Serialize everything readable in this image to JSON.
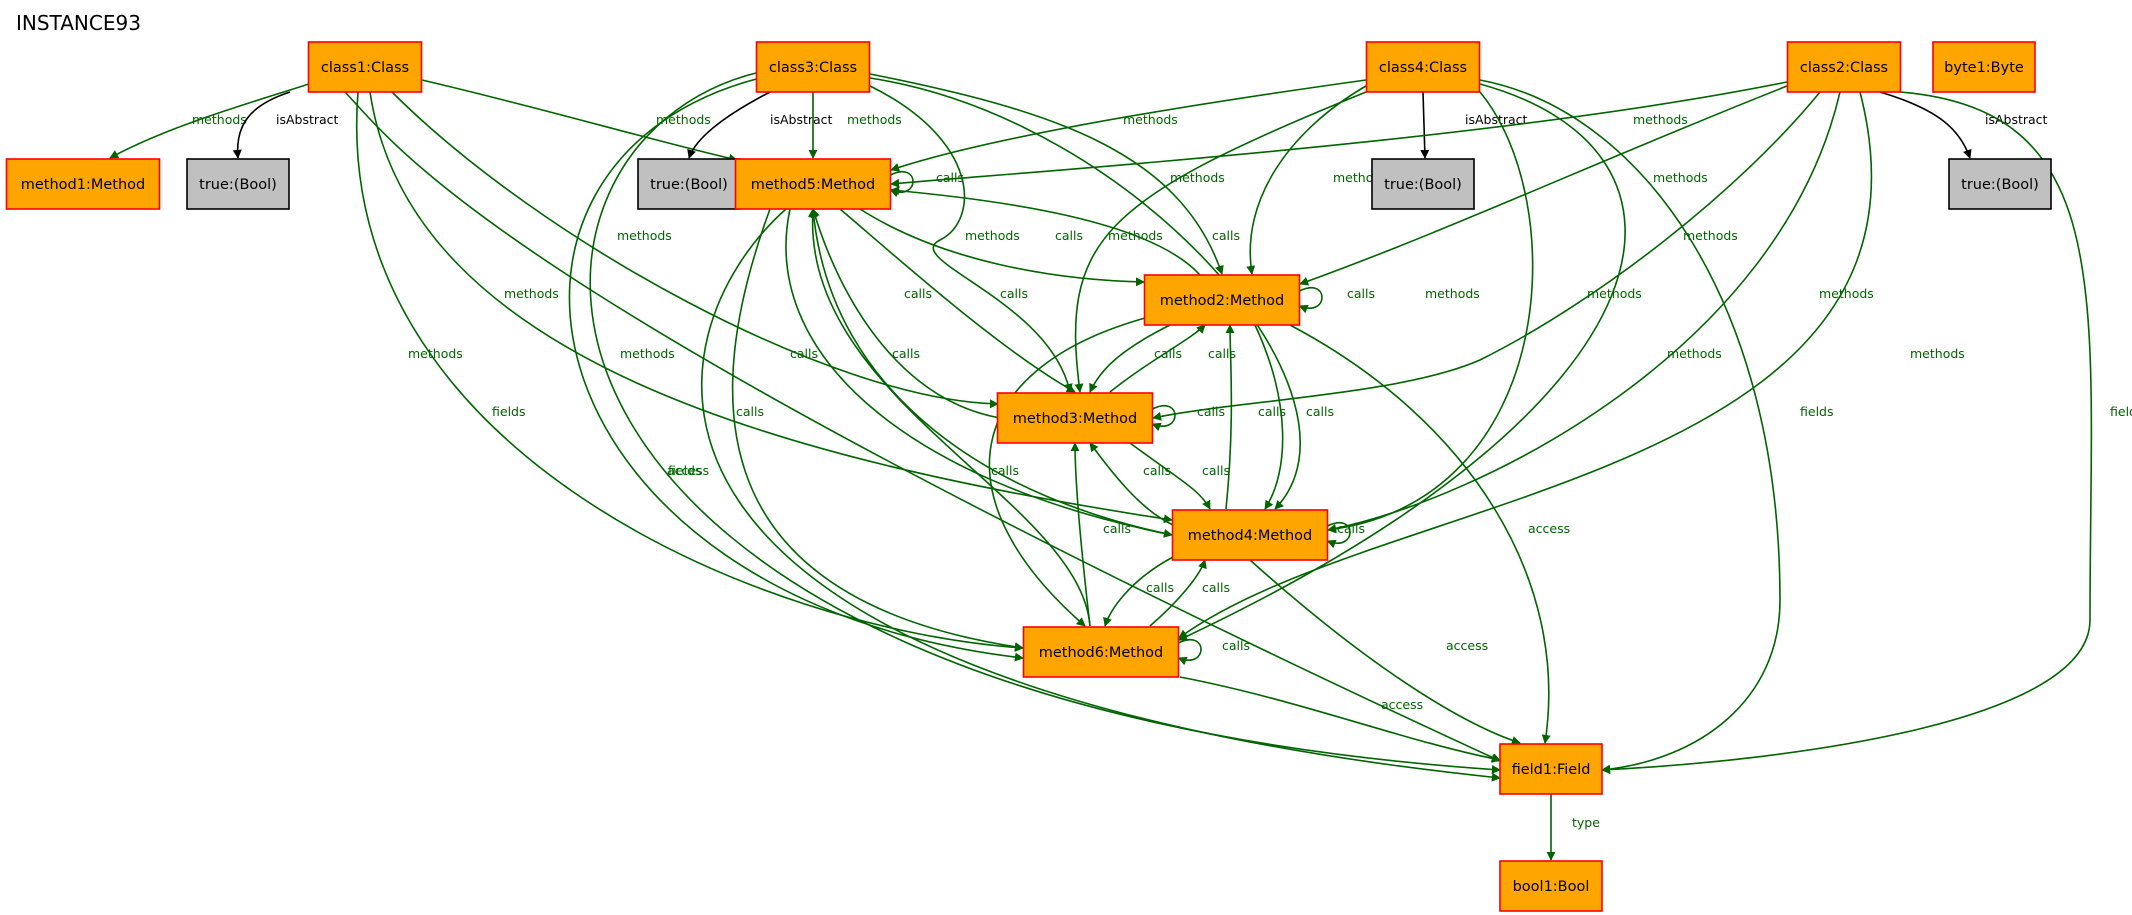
{
  "title": "INSTANCE93",
  "colors": {
    "object_fill": "#ffa500",
    "object_stroke": "#ff0000",
    "value_fill": "#c0c0c0",
    "value_stroke": "#000000",
    "edge_green": "#006400",
    "edge_black": "#000000"
  },
  "nodes": [
    {
      "id": "class1",
      "label": "class1:Class",
      "kind": "object"
    },
    {
      "id": "class3",
      "label": "class3:Class",
      "kind": "object"
    },
    {
      "id": "class4",
      "label": "class4:Class",
      "kind": "object"
    },
    {
      "id": "class2",
      "label": "class2:Class",
      "kind": "object"
    },
    {
      "id": "byte1",
      "label": "byte1:Byte",
      "kind": "object"
    },
    {
      "id": "method1",
      "label": "method1:Method",
      "kind": "object"
    },
    {
      "id": "true1",
      "label": "true:(Bool)",
      "kind": "value"
    },
    {
      "id": "true3",
      "label": "true:(Bool)",
      "kind": "value"
    },
    {
      "id": "method5",
      "label": "method5:Method",
      "kind": "object"
    },
    {
      "id": "true4",
      "label": "true:(Bool)",
      "kind": "value"
    },
    {
      "id": "true2",
      "label": "true:(Bool)",
      "kind": "value"
    },
    {
      "id": "method2",
      "label": "method2:Method",
      "kind": "object"
    },
    {
      "id": "method3",
      "label": "method3:Method",
      "kind": "object"
    },
    {
      "id": "method4",
      "label": "method4:Method",
      "kind": "object"
    },
    {
      "id": "method6",
      "label": "method6:Method",
      "kind": "object"
    },
    {
      "id": "field1",
      "label": "field1:Field",
      "kind": "object"
    },
    {
      "id": "bool1",
      "label": "bool1:Bool",
      "kind": "object"
    }
  ],
  "edges": [
    {
      "from": "class1",
      "to": "method1",
      "label": "methods"
    },
    {
      "from": "class1",
      "to": "true1",
      "label": "isAbstract"
    },
    {
      "from": "class1",
      "to": "method5",
      "label": "methods"
    },
    {
      "from": "class1",
      "to": "method3",
      "label": "methods"
    },
    {
      "from": "class1",
      "to": "method4",
      "label": "methods"
    },
    {
      "from": "class1",
      "to": "method6",
      "label": "methods"
    },
    {
      "from": "class3",
      "to": "true3",
      "label": "isAbstract"
    },
    {
      "from": "class3",
      "to": "method5",
      "label": "methods"
    },
    {
      "from": "class3",
      "to": "method3",
      "label": "methods"
    },
    {
      "from": "class3",
      "to": "method2",
      "label": "methods"
    },
    {
      "from": "class3",
      "to": "method4",
      "label": "methods"
    },
    {
      "from": "class3",
      "to": "method6",
      "label": "methods"
    },
    {
      "from": "class3",
      "to": "field1",
      "label": "fields"
    },
    {
      "from": "class4",
      "to": "true4",
      "label": "isAbstract"
    },
    {
      "from": "class4",
      "to": "method5",
      "label": "methods"
    },
    {
      "from": "class4",
      "to": "method2",
      "label": "methods"
    },
    {
      "from": "class4",
      "to": "method3",
      "label": "methods"
    },
    {
      "from": "class4",
      "to": "method4",
      "label": "methods"
    },
    {
      "from": "class4",
      "to": "method6",
      "label": "methods"
    },
    {
      "from": "class4",
      "to": "field1",
      "label": "fields"
    },
    {
      "from": "class2",
      "to": "true2",
      "label": "isAbstract"
    },
    {
      "from": "class2",
      "to": "method5",
      "label": "methods"
    },
    {
      "from": "class2",
      "to": "method2",
      "label": "methods"
    },
    {
      "from": "class2",
      "to": "method3",
      "label": "methods"
    },
    {
      "from": "class2",
      "to": "method4",
      "label": "methods"
    },
    {
      "from": "class2",
      "to": "method6",
      "label": "methods"
    },
    {
      "from": "class2",
      "to": "field1",
      "label": "fields"
    },
    {
      "from": "method5",
      "to": "method5",
      "label": "calls"
    },
    {
      "from": "method5",
      "to": "method2",
      "label": "calls"
    },
    {
      "from": "method5",
      "to": "method3",
      "label": "calls"
    },
    {
      "from": "method5",
      "to": "method4",
      "label": "calls"
    },
    {
      "from": "method5",
      "to": "method6",
      "label": "calls"
    },
    {
      "from": "method5",
      "to": "field1",
      "label": "access"
    },
    {
      "from": "method2",
      "to": "method2",
      "label": "calls"
    },
    {
      "from": "method2",
      "to": "method5",
      "label": "calls"
    },
    {
      "from": "method2",
      "to": "method3",
      "label": "calls"
    },
    {
      "from": "method2",
      "to": "method4",
      "label": "calls"
    },
    {
      "from": "method2",
      "to": "method6",
      "label": "calls"
    },
    {
      "from": "method2",
      "to": "field1",
      "label": "access"
    },
    {
      "from": "method3",
      "to": "method3",
      "label": "calls"
    },
    {
      "from": "method3",
      "to": "method5",
      "label": "calls"
    },
    {
      "from": "method3",
      "to": "method2",
      "label": "calls"
    },
    {
      "from": "method3",
      "to": "method4",
      "label": "calls"
    },
    {
      "from": "method4",
      "to": "method4",
      "label": "calls"
    },
    {
      "from": "method4",
      "to": "method5",
      "label": "calls"
    },
    {
      "from": "method4",
      "to": "method2",
      "label": "calls"
    },
    {
      "from": "method4",
      "to": "method3",
      "label": "calls"
    },
    {
      "from": "method4",
      "to": "method6",
      "label": "calls"
    },
    {
      "from": "method4",
      "to": "field1",
      "label": "access"
    },
    {
      "from": "method6",
      "to": "method6",
      "label": "calls"
    },
    {
      "from": "method6",
      "to": "method5",
      "label": "calls"
    },
    {
      "from": "method6",
      "to": "method3",
      "label": "calls"
    },
    {
      "from": "method6",
      "to": "method4",
      "label": "calls"
    },
    {
      "from": "method6",
      "to": "field1",
      "label": "access"
    },
    {
      "from": "class1",
      "to": "field1",
      "label": "fields"
    },
    {
      "from": "field1",
      "to": "bool1",
      "label": "type"
    }
  ]
}
